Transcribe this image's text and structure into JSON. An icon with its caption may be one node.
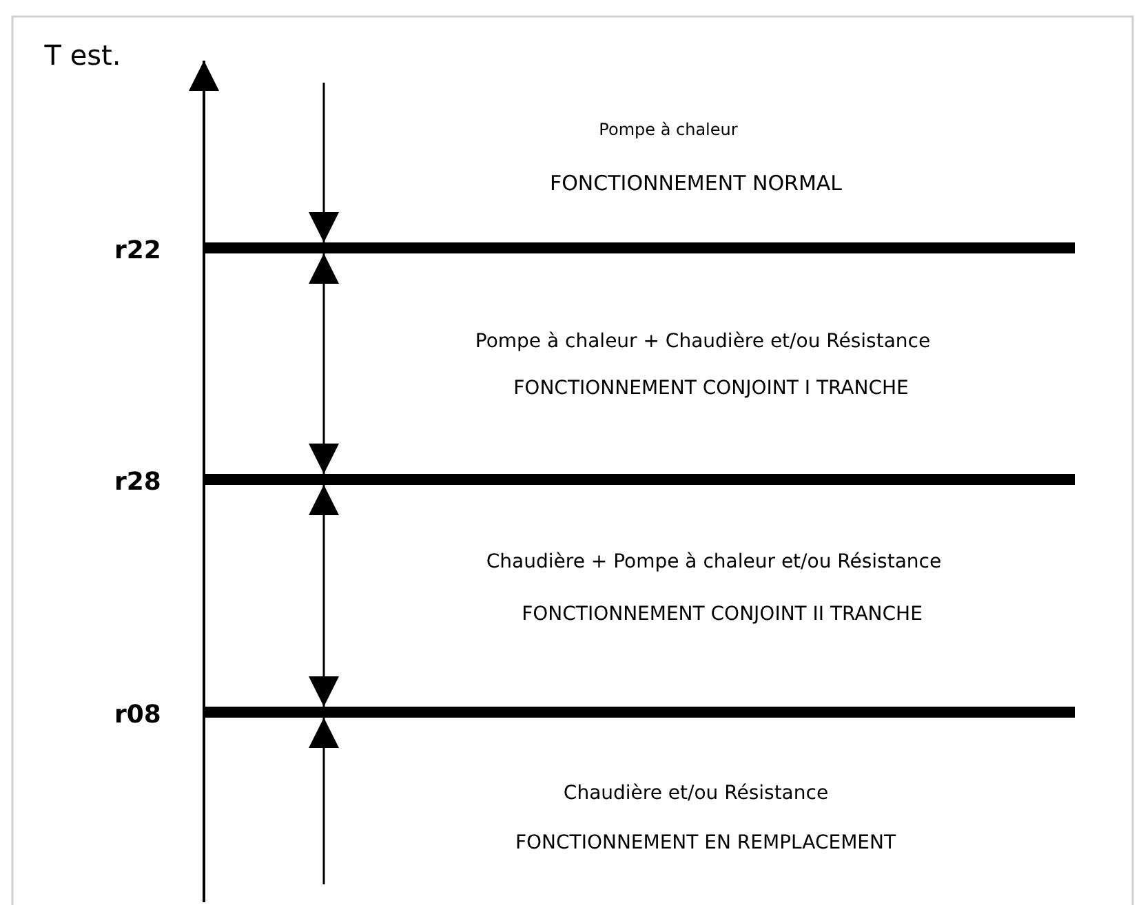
{
  "diagram": {
    "labels": [
      "T est.",
      "Pompe à chaleur",
      "FONCTIONNEMENT NORMAL",
      "r22",
      "Pompe à chaleur  + Chaudière et/ou Résistance",
      "FONCTIONNEMENT CONJOINT I TRANCHE",
      "r28",
      "Chaudière + Pompe à chaleur et/ou Résistance",
      "FONCTIONNEMENT CONJOINT II TRANCHE",
      "r08",
      "Chaudière et/ou Résistance",
      "FONCTIONNEMENT EN REMPLACEMENT"
    ]
  }
}
